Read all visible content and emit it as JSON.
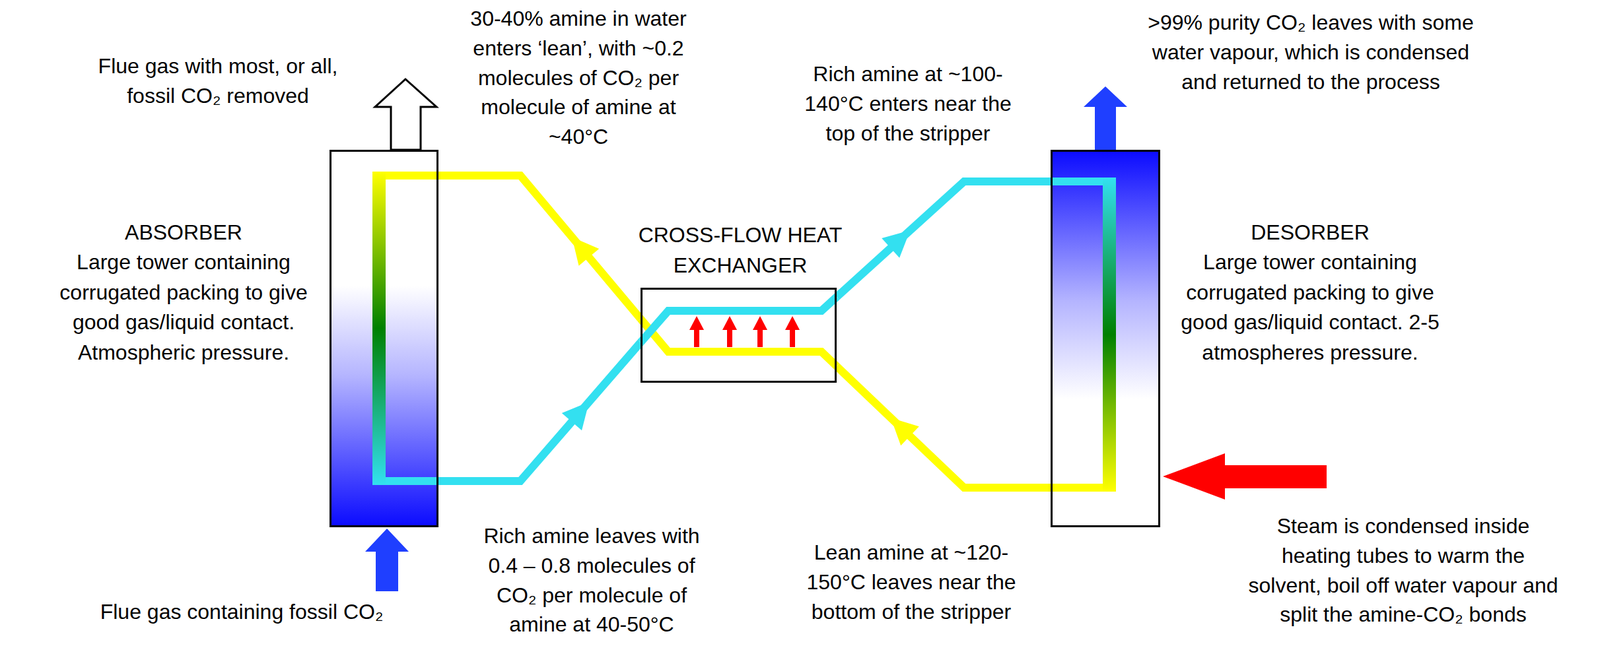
{
  "diagram": {
    "nodes": [
      {
        "text": [
          "ABSORBER",
          "Large tower containing corrugated packing to give good gas/liquid contact. Atmospheric pressure."
        ]
      },
      {
        "text": [
          "CROSS-FLOW HEAT EXCHANGER"
        ]
      },
      {
        "text": [
          "DESORBER",
          "Large tower containing corrugated packing to give good gas/liquid contact. 2-5 atmospheres pressure."
        ]
      }
    ],
    "edges": [
      {
        "from": 0,
        "to": 1,
        "arrow": "to"
      },
      {
        "from": 1,
        "to": 2,
        "arrow": "to"
      },
      {
        "from": 2,
        "to": 1,
        "arrow": "to"
      },
      {
        "from": 1,
        "to": 0,
        "arrow": "to"
      }
    ],
    "labels": [
      "Flue gas with most, or all, fossil CO₂ removed",
      "30-40% amine in water enters ‘lean’, with ~0.2 molecules of CO₂ per molecule of amine at ~40°C",
      "Rich amine at ~100-140°C enters near the top of the stripper",
      ">99% purity CO₂ leaves with some water vapour, which is condensed and returned to the process",
      "Flue gas containing fossil CO₂",
      "Rich amine leaves with 0.4 – 0.8 molecules of CO₂ per molecule of amine at 40-50°C",
      "Lean amine at ~120-150°C leaves near the bottom of the stripper",
      "Steam is condensed inside heating tubes to warm the solvent, boil off water vapour and split the amine-CO₂ bonds"
    ]
  }
}
